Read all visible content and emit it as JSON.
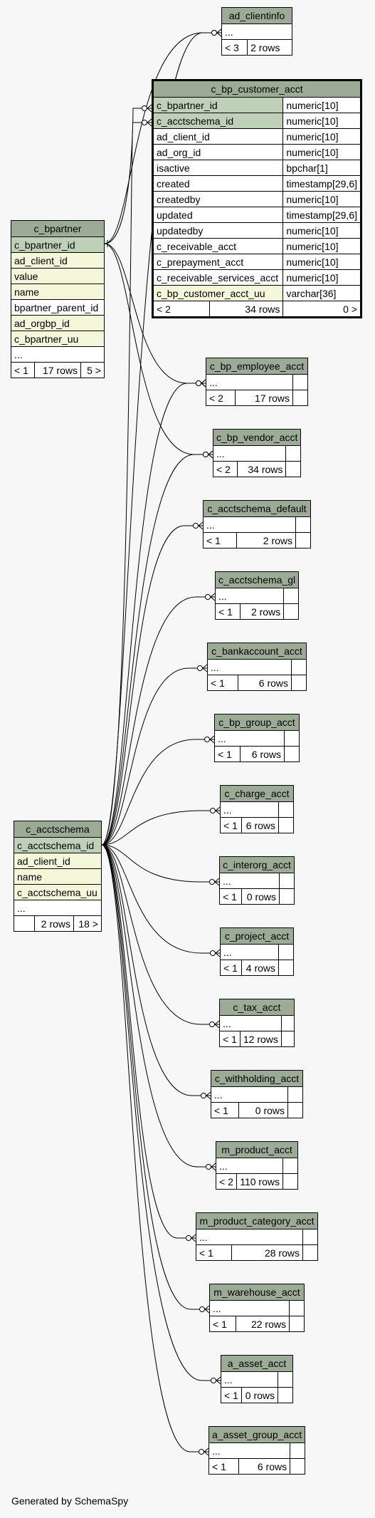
{
  "generator": "Generated by SchemaSpy",
  "tables": {
    "ad_clientinfo": {
      "name": "ad_clientinfo",
      "ellipsis": "...",
      "parents": "< 3",
      "rows": "2 rows"
    },
    "c_bp_customer_acct": {
      "name": "c_bp_customer_acct",
      "columns": [
        {
          "name": "c_bpartner_id",
          "type": "numeric[10]",
          "kind": "pk"
        },
        {
          "name": "c_acctschema_id",
          "type": "numeric[10]",
          "kind": "pk"
        },
        {
          "name": "ad_client_id",
          "type": "numeric[10]",
          "kind": ""
        },
        {
          "name": "ad_org_id",
          "type": "numeric[10]",
          "kind": ""
        },
        {
          "name": "isactive",
          "type": "bpchar[1]",
          "kind": ""
        },
        {
          "name": "created",
          "type": "timestamp[29,6]",
          "kind": ""
        },
        {
          "name": "createdby",
          "type": "numeric[10]",
          "kind": ""
        },
        {
          "name": "updated",
          "type": "timestamp[29,6]",
          "kind": ""
        },
        {
          "name": "updatedby",
          "type": "numeric[10]",
          "kind": ""
        },
        {
          "name": "c_receivable_acct",
          "type": "numeric[10]",
          "kind": ""
        },
        {
          "name": "c_prepayment_acct",
          "type": "numeric[10]",
          "kind": ""
        },
        {
          "name": "c_receivable_services_acct",
          "type": "numeric[10]",
          "kind": ""
        },
        {
          "name": "c_bp_customer_acct_uu",
          "type": "varchar[36]",
          "kind": "fk"
        }
      ],
      "parents": "< 2",
      "rows": "34 rows",
      "children": "0 >"
    },
    "c_bpartner": {
      "name": "c_bpartner",
      "columns": [
        {
          "name": "c_bpartner_id",
          "kind": "pk"
        },
        {
          "name": "ad_client_id",
          "kind": "fk"
        },
        {
          "name": "value",
          "kind": "fk"
        },
        {
          "name": "name",
          "kind": "fk"
        },
        {
          "name": "bpartner_parent_id",
          "kind": ""
        },
        {
          "name": "ad_orgbp_id",
          "kind": "fk"
        },
        {
          "name": "c_bpartner_uu",
          "kind": "fk"
        },
        {
          "name": "...",
          "kind": ""
        }
      ],
      "parents": "< 1",
      "rows": "17 rows",
      "children": "5 >"
    },
    "c_acctschema": {
      "name": "c_acctschema",
      "columns": [
        {
          "name": "c_acctschema_id",
          "kind": "pk"
        },
        {
          "name": "ad_client_id",
          "kind": "fk"
        },
        {
          "name": "name",
          "kind": "fk"
        },
        {
          "name": "c_acctschema_uu",
          "kind": "fk"
        },
        {
          "name": "...",
          "kind": ""
        }
      ],
      "parents": "",
      "rows": "2 rows",
      "children": "18 >"
    },
    "c_bp_employee_acct": {
      "name": "c_bp_employee_acct",
      "ellipsis": "...",
      "parents": "< 2",
      "rows": "17 rows"
    },
    "c_bp_vendor_acct": {
      "name": "c_bp_vendor_acct",
      "ellipsis": "...",
      "parents": "< 2",
      "rows": "34 rows"
    },
    "c_acctschema_default": {
      "name": "c_acctschema_default",
      "ellipsis": "...",
      "parents": "< 1",
      "rows": "2 rows"
    },
    "c_acctschema_gl": {
      "name": "c_acctschema_gl",
      "ellipsis": "...",
      "parents": "< 1",
      "rows": "2 rows"
    },
    "c_bankaccount_acct": {
      "name": "c_bankaccount_acct",
      "ellipsis": "...",
      "parents": "< 1",
      "rows": "6 rows"
    },
    "c_bp_group_acct": {
      "name": "c_bp_group_acct",
      "ellipsis": "...",
      "parents": "< 1",
      "rows": "6 rows"
    },
    "c_charge_acct": {
      "name": "c_charge_acct",
      "ellipsis": "...",
      "parents": "< 1",
      "rows": "6 rows"
    },
    "c_interorg_acct": {
      "name": "c_interorg_acct",
      "ellipsis": "...",
      "parents": "< 1",
      "rows": "0 rows"
    },
    "c_project_acct": {
      "name": "c_project_acct",
      "ellipsis": "...",
      "parents": "< 1",
      "rows": "4 rows"
    },
    "c_tax_acct": {
      "name": "c_tax_acct",
      "ellipsis": "...",
      "parents": "< 1",
      "rows": "12 rows"
    },
    "c_withholding_acct": {
      "name": "c_withholding_acct",
      "ellipsis": "...",
      "parents": "< 1",
      "rows": "0 rows"
    },
    "m_product_acct": {
      "name": "m_product_acct",
      "ellipsis": "...",
      "parents": "< 2",
      "rows": "110 rows"
    },
    "m_product_category_acct": {
      "name": "m_product_category_acct",
      "ellipsis": "...",
      "parents": "< 1",
      "rows": "28 rows"
    },
    "m_warehouse_acct": {
      "name": "m_warehouse_acct",
      "ellipsis": "...",
      "parents": "< 1",
      "rows": "22 rows"
    },
    "a_asset_acct": {
      "name": "a_asset_acct",
      "ellipsis": "...",
      "parents": "< 1",
      "rows": "0 rows"
    },
    "a_asset_group_acct": {
      "name": "a_asset_group_acct",
      "ellipsis": "...",
      "parents": "< 1",
      "rows": "6 rows"
    }
  }
}
